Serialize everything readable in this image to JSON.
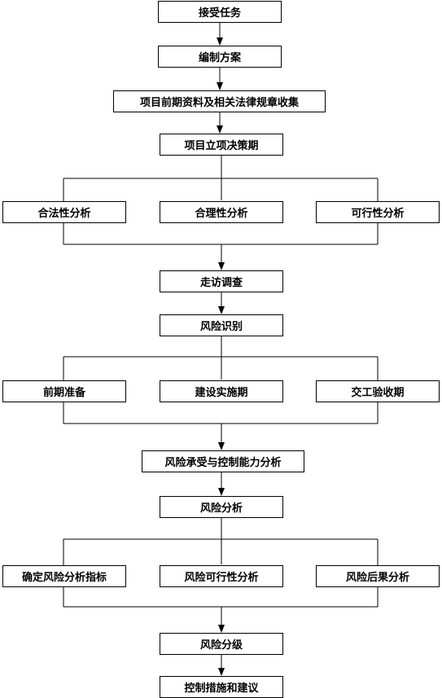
{
  "flowchart": {
    "steps": {
      "accept_task": "接受任务",
      "prepare_plan": "编制方案",
      "collect_materials": "项目前期资料及相关法律规章收集",
      "project_decision": "项目立项决策期",
      "legality_analysis": "合法性分析",
      "rationality_analysis": "合理性分析",
      "feasibility_analysis": "可行性分析",
      "field_survey": "走访调查",
      "risk_identification": "风险识别",
      "preliminary_prep": "前期准备",
      "construction_phase": "建设实施期",
      "acceptance_phase": "交工验收期",
      "risk_tolerance_analysis": "风险承受与控制能力分析",
      "risk_analysis": "风险分析",
      "risk_indicators": "确定风险分析指标",
      "risk_feasibility": "风险可行性分析",
      "risk_consequence": "风险后果分析",
      "risk_grading": "风险分级",
      "control_measures": "控制措施和建议"
    }
  }
}
